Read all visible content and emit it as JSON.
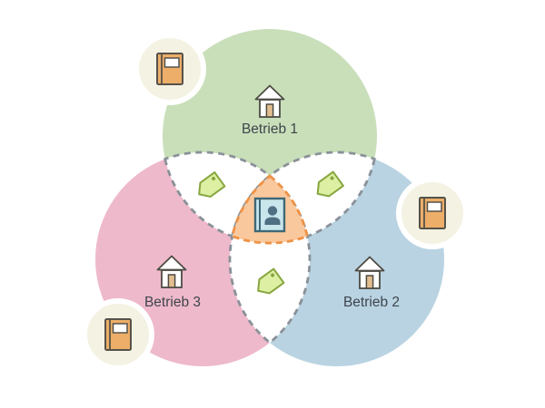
{
  "diagram": {
    "type": "venn-3",
    "circles": [
      {
        "label": "Betrieb 1",
        "color": "#C9DFBA",
        "icon": "house-icon",
        "position": "top"
      },
      {
        "label": "Betrieb 2",
        "color": "#B9D3E2",
        "icon": "house-icon",
        "position": "bottom-right"
      },
      {
        "label": "Betrieb 3",
        "color": "#EEB9CB",
        "icon": "house-icon",
        "position": "bottom-left"
      }
    ],
    "pairwise_overlaps": [
      {
        "between": [
          "Betrieb 1",
          "Betrieb 3"
        ],
        "icon": "tag-icon"
      },
      {
        "between": [
          "Betrieb 1",
          "Betrieb 2"
        ],
        "icon": "tag-icon"
      },
      {
        "between": [
          "Betrieb 2",
          "Betrieb 3"
        ],
        "icon": "tag-icon"
      }
    ],
    "center_overlap": {
      "icon": "contact-card-icon",
      "fill": "#F9C89D",
      "stroke": "#EF9245"
    },
    "badges": [
      {
        "position": "top-left",
        "icon": "book-icon"
      },
      {
        "position": "right",
        "icon": "book-icon"
      },
      {
        "position": "bottom-left",
        "icon": "book-icon"
      }
    ],
    "colors": {
      "background": "#FFFFFF",
      "overlap_fill": "#FFFFFF",
      "overlap_outline": "#8A9198",
      "center_fill": "#F9C89D",
      "center_outline": "#EF9245",
      "tag_fill": "#DCEFA2",
      "tag_outline": "#87A63F",
      "card_fill": "#C9E6ED",
      "card_outline": "#3F6875",
      "card_person": "#4F7082",
      "badge_fill": "#F4F2E3",
      "badge_ring": "#FFFFFF",
      "book_fill": "#ECAE68",
      "book_outline": "#56524A",
      "house_fill": "#FFFFFF",
      "house_outline": "#4D4B43",
      "house_door": "#E2BD90",
      "label_text": "#3E454B"
    }
  }
}
